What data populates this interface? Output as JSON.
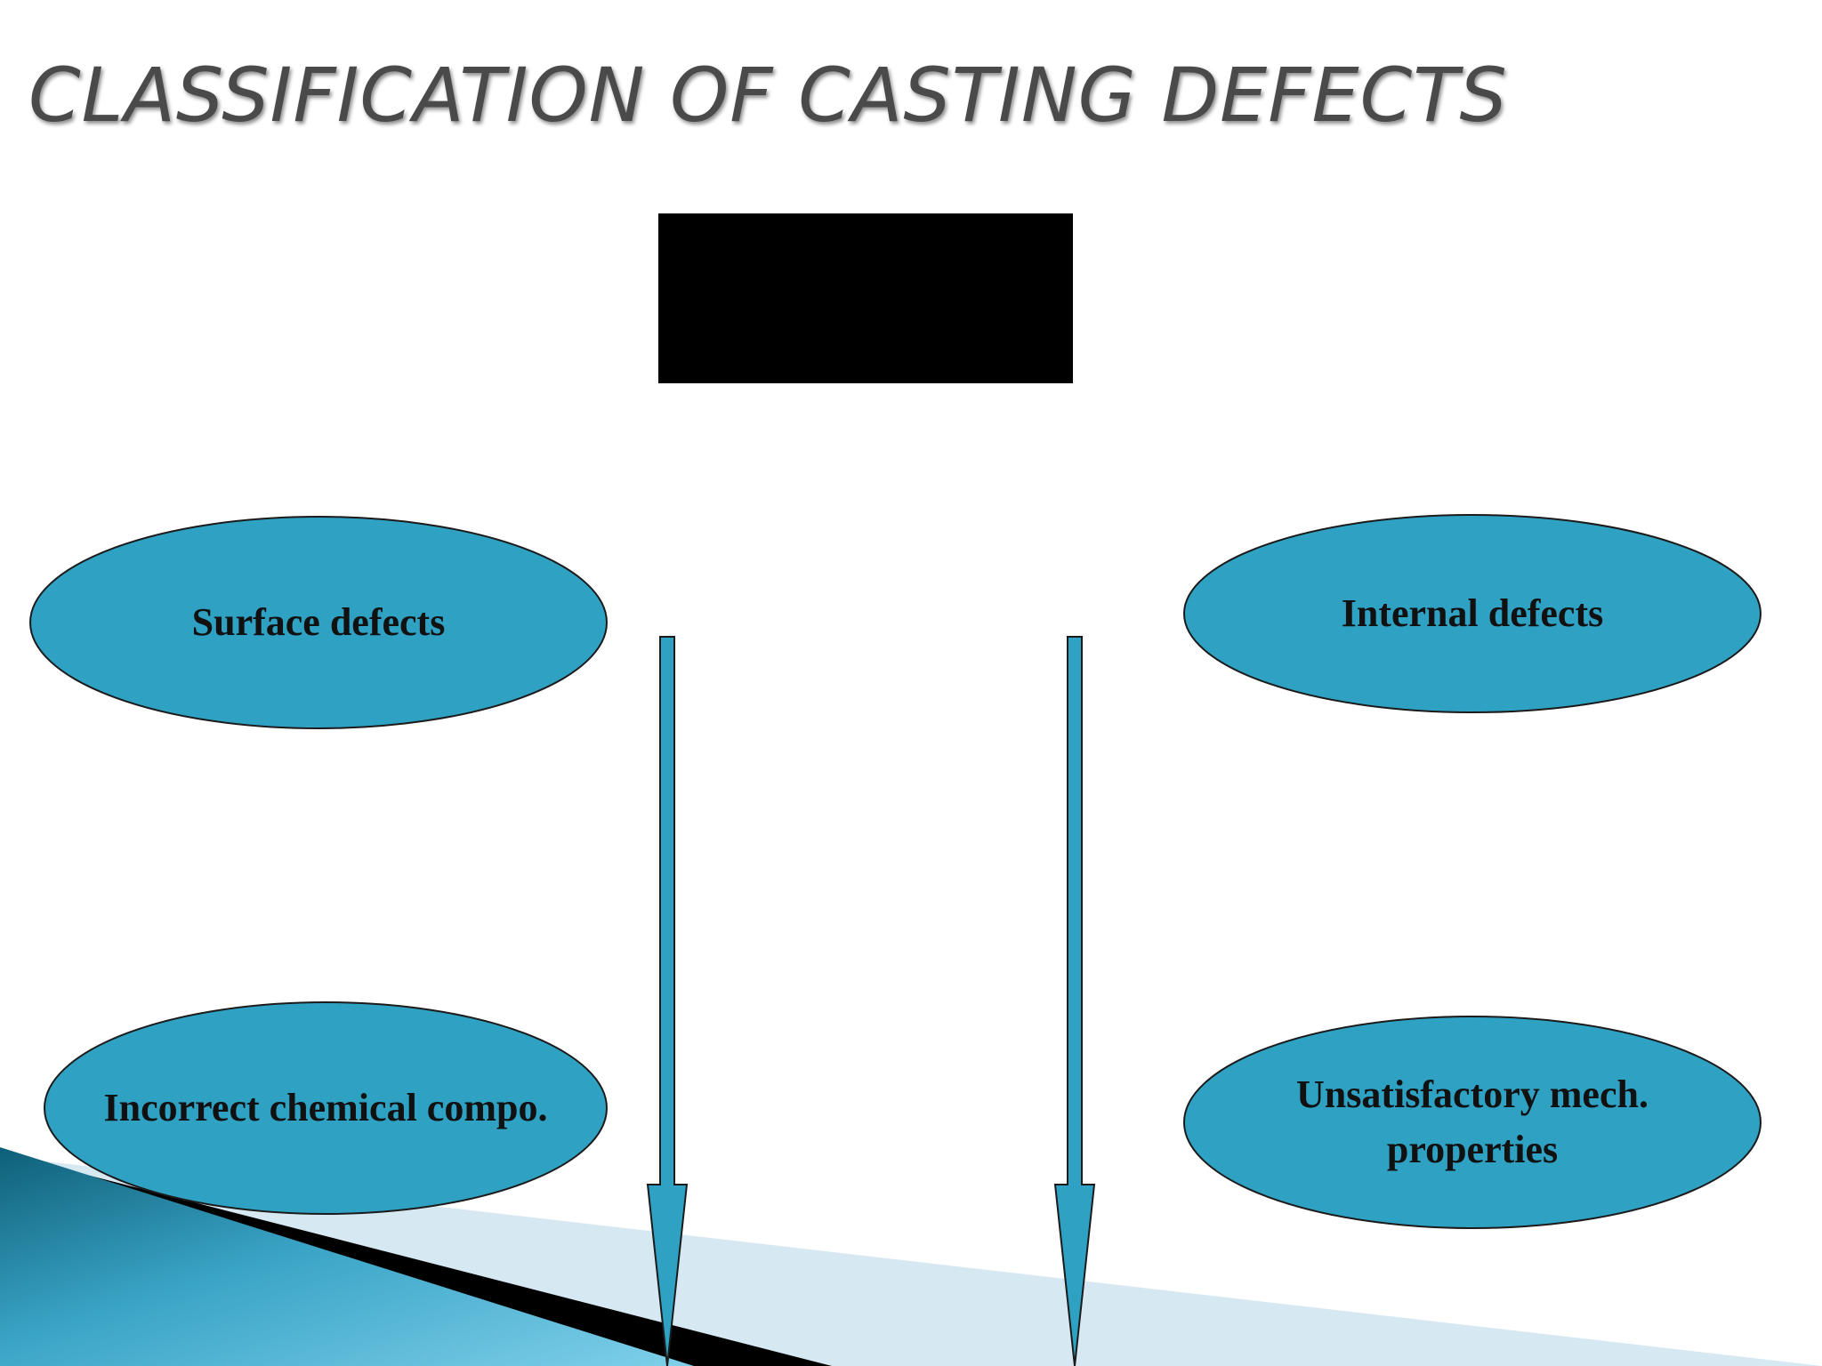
{
  "slide": {
    "title": "CLASSIFICATION OF CASTING DEFECTS"
  },
  "nodes": {
    "surface": {
      "label": "Surface defects"
    },
    "internal": {
      "label": "Internal defects"
    },
    "chemical": {
      "label": "Incorrect chemical compo."
    },
    "mechanical": {
      "label": "Unsatisfactory mech. properties"
    }
  },
  "colors": {
    "node_fill": "#2fa1c3",
    "node_stroke": "#1b1b1b",
    "arrow_fill": "#2fa1c3",
    "title_text": "#4a4a4a",
    "wedge_dark": "#0e5f78",
    "wedge_light": "#6cc3e0",
    "wedge_pale": "#d6e8f2"
  }
}
